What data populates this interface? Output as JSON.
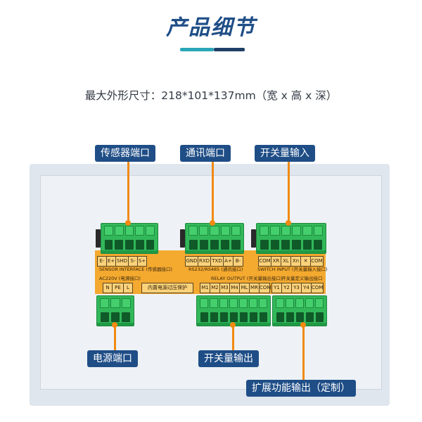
{
  "header": {
    "title": "产品细节",
    "dimensions": "最大外形尺寸：218*101*137mm（宽 x 高 x 深）"
  },
  "callouts": {
    "sensor_port": "传感器端口",
    "comm_port": "通讯端口",
    "switch_input": "开关量输入",
    "power_port": "电源端口",
    "switch_output": "开关量输出",
    "ext_output": "扩展功能输出（定制）"
  },
  "panel": {
    "sensor_pins": [
      "E-",
      "E+",
      "SHD",
      "S-",
      "S+"
    ],
    "sensor_caption": "SENSOR INTERFACE (传感器接口)",
    "comm_pins": [
      "GND",
      "RXD",
      "TXD",
      "A+",
      "B-"
    ],
    "comm_caption": "RS232/RS485 (通讯接口)",
    "switch_in_pins": [
      "COM",
      "XR",
      "XL",
      "Xn",
      "✕",
      "COM"
    ],
    "switch_in_caption": "SWITCH INPUT (开关量输入接口)",
    "power_caption": "AC220V (电源接口)",
    "power_pins": [
      "N",
      "PE",
      "L"
    ],
    "relay_caption": "RELAY OUTPUT (开关量输出接口)",
    "relay_pins": [
      "M1",
      "M2",
      "M3",
      "M4",
      "ML",
      "MR",
      "COM"
    ],
    "ext_caption": "开关量定义输出接口",
    "ext_pins": [
      "Y1",
      "Y2",
      "Y3",
      "Y4",
      "COM"
    ],
    "protect_label": "内置电源过压保护"
  },
  "colors": {
    "accent": "#1f4e87",
    "leader": "#f28a13",
    "terminal": "#32b85a",
    "strip": "#f4a92f"
  }
}
